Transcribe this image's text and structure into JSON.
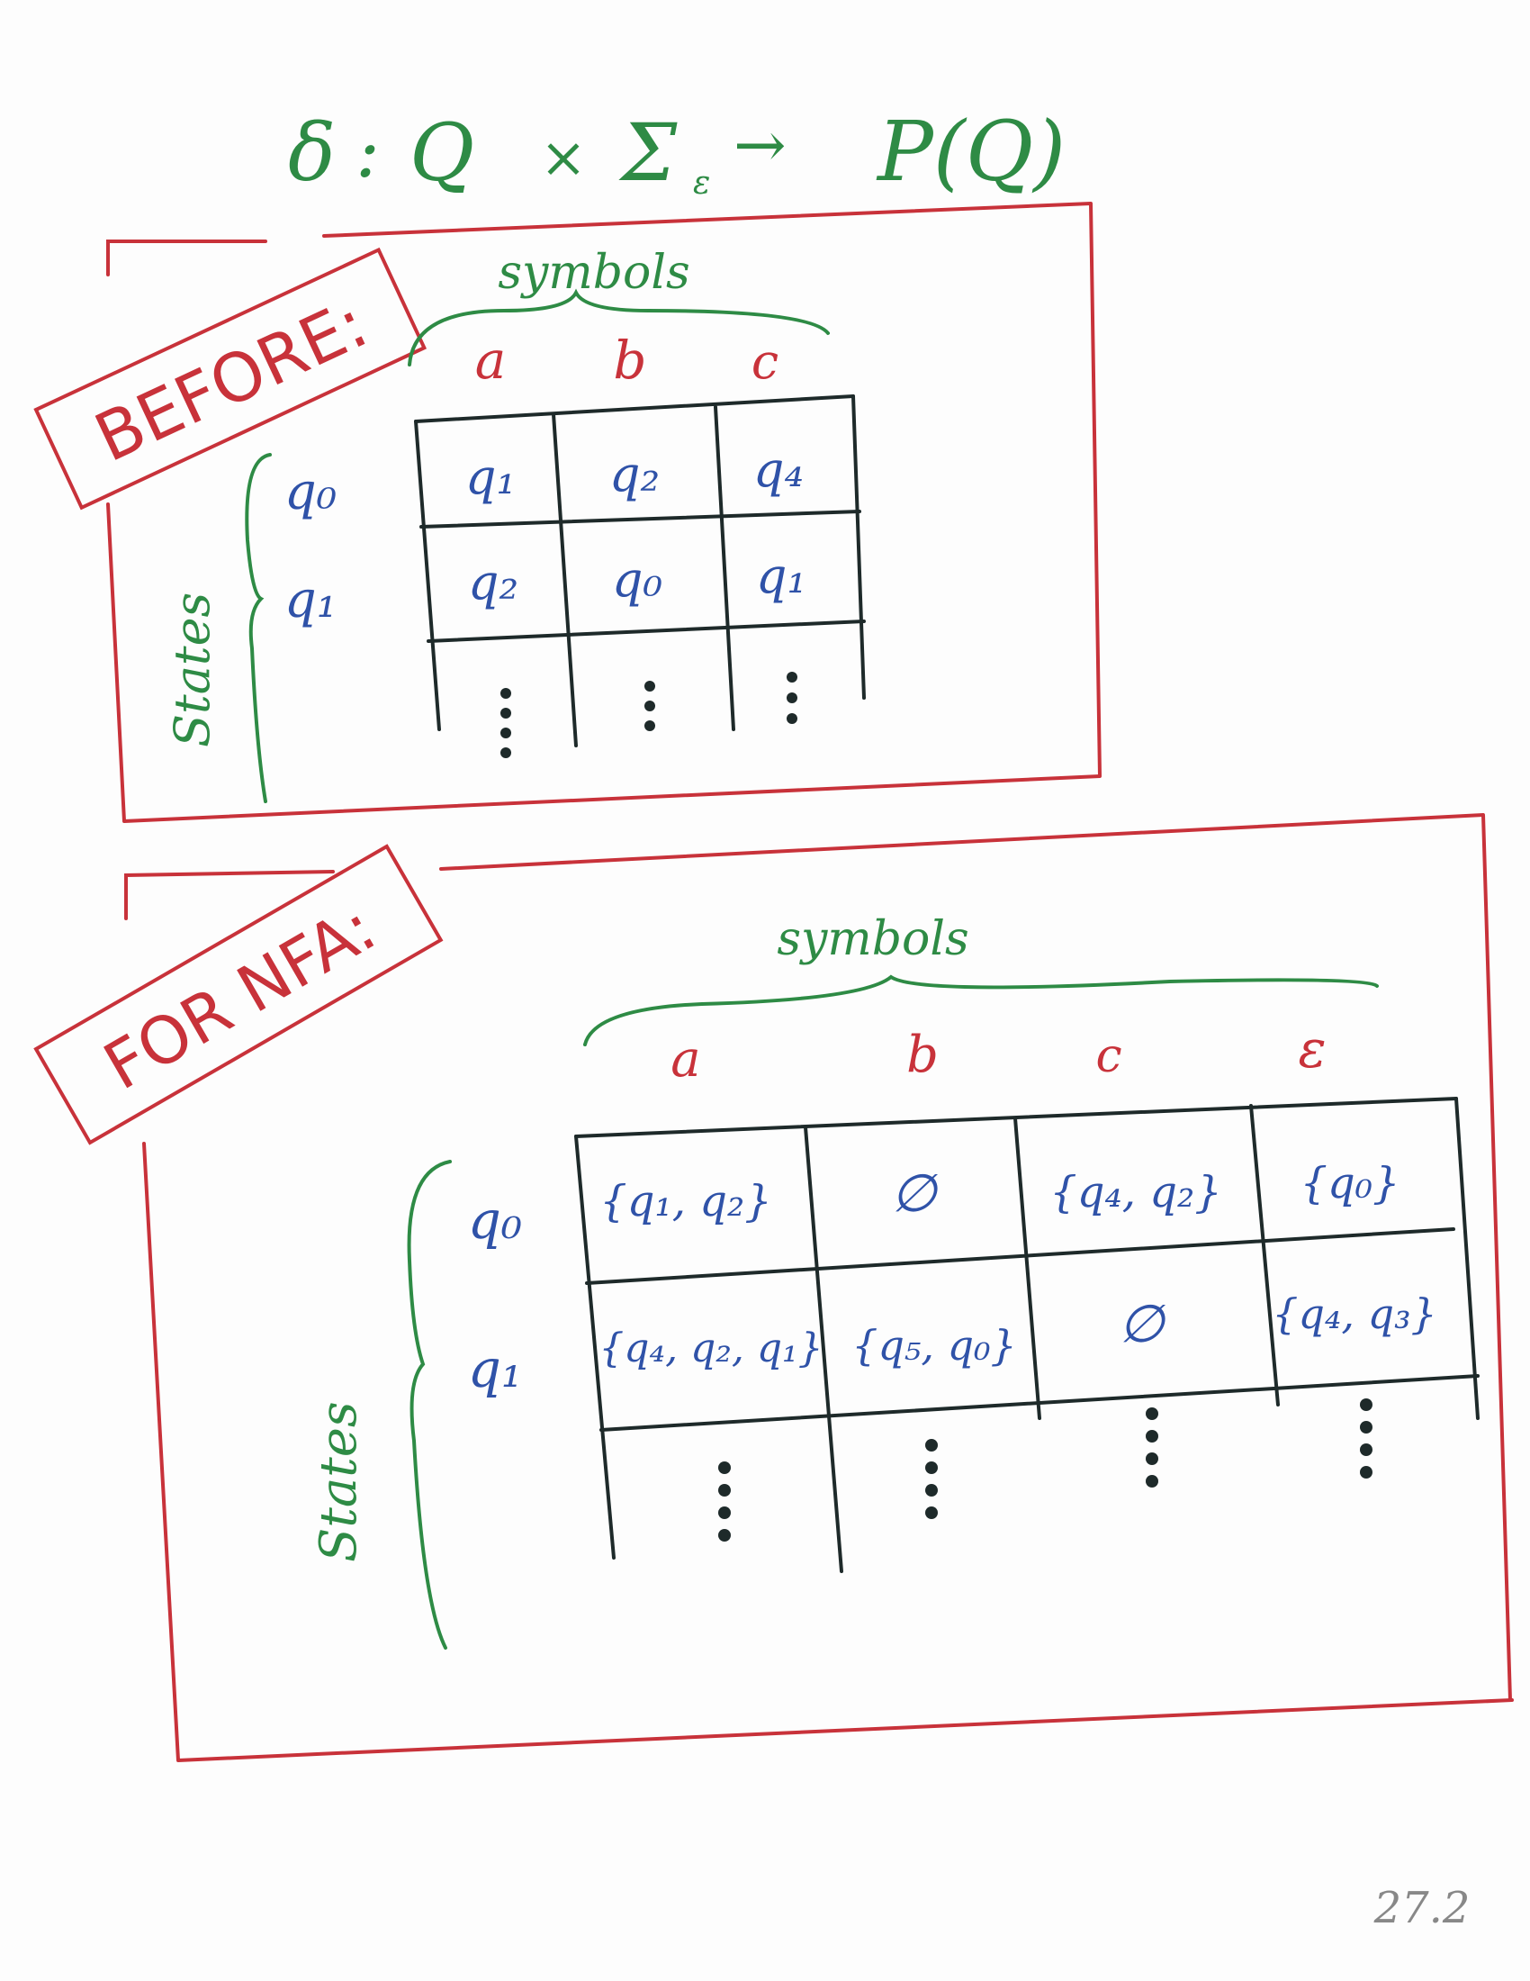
{
  "title_formula": {
    "delta": "δ",
    "colon": ":",
    "Q": "Q",
    "times": "×",
    "sigma": "Σ",
    "sigma_sub": "ε",
    "arrow": "→",
    "power": "P(Q)"
  },
  "before": {
    "label": "BEFORE:",
    "symbols_label": "symbols",
    "states_label": "States",
    "columns": [
      "a",
      "b",
      "c"
    ],
    "rows": [
      {
        "state": "q₀",
        "cells": [
          "q₁",
          "q₂",
          "q₄"
        ]
      },
      {
        "state": "q₁",
        "cells": [
          "q₂",
          "q₀",
          "q₁"
        ]
      }
    ]
  },
  "nfa": {
    "label": "FOR NFA:",
    "symbols_label": "symbols",
    "states_label": "States",
    "columns": [
      "a",
      "b",
      "c",
      "ε"
    ],
    "rows": [
      {
        "state": "q₀",
        "cells": [
          "{q₁, q₂}",
          "∅",
          "{q₄, q₂}",
          "{q₀}"
        ]
      },
      {
        "state": "q₁",
        "cells": [
          "{q₄, q₂, q₁}",
          "{q₅, q₀}",
          "∅",
          "{q₄, q₃}"
        ]
      }
    ]
  },
  "page_number": "27.2",
  "colors": {
    "green": "#2e8b45",
    "red": "#c8323a",
    "blue": "#2f52a8",
    "ink": "#1e2a2a"
  }
}
